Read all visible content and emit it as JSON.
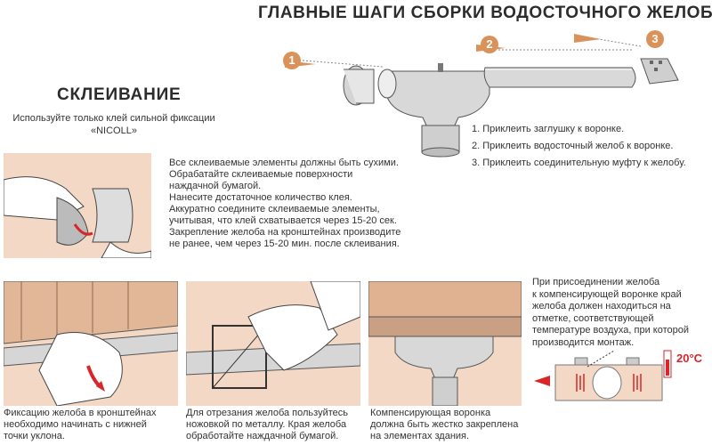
{
  "header": {
    "title": "ГЛАВНЫЕ ШАГИ СБОРКИ ВОДОСТОЧНОГО ЖЕЛОБА"
  },
  "assembly": {
    "badges": [
      "1",
      "2",
      "3"
    ],
    "steps": [
      "1. Приклеить заглушку к воронке.",
      "2. Приклеить водосточный желоб к воронке.",
      "3. Приклеить соединительную муфту к желобу."
    ]
  },
  "gluing": {
    "title": "СКЛЕИВАНИЕ",
    "subtitle_line1": "Используйте только клей сильной фиксации",
    "subtitle_line2": "«NICOLL»",
    "instructions": [
      "Все склеиваемые элементы должны быть сухими.",
      "Обрабатайте склеиваемые поверхности",
      "наждачной бумагой.",
      "Нанесите достаточное количество клея.",
      "Аккуратно соедините склеиваемые элементы,",
      "учитывая, что клей схватывается через 15-20 сек.",
      "Закрепление желоба на кронштейнах производите",
      "не ранее, чем через 15-20 мин. после склеивания."
    ]
  },
  "captions": {
    "fixing": [
      "Фиксацию желоба в кронштейнах",
      "необходимо начинать с нижней",
      "точки уклона."
    ],
    "cutting": [
      "Для отрезания желоба пользуйтесь",
      "ножовкой по металлу. Края желоба",
      "обработайте наждачной бумагой."
    ],
    "outlet": [
      "Компенсирующая воронка",
      "должна быть жестко закреплена",
      "на элементах здания."
    ]
  },
  "compensation": {
    "text": [
      "При присоединении желоба",
      "к компенсирующей воронке край",
      "желоба должен находиться на",
      "отметке, соответствующей",
      "температуре воздуха, при которой",
      "производится монтаж."
    ],
    "temperature": "20°C"
  },
  "colors": {
    "accent": "#d9935a",
    "warning": "#d8262a",
    "panel_bg": "#f3d9c5"
  }
}
